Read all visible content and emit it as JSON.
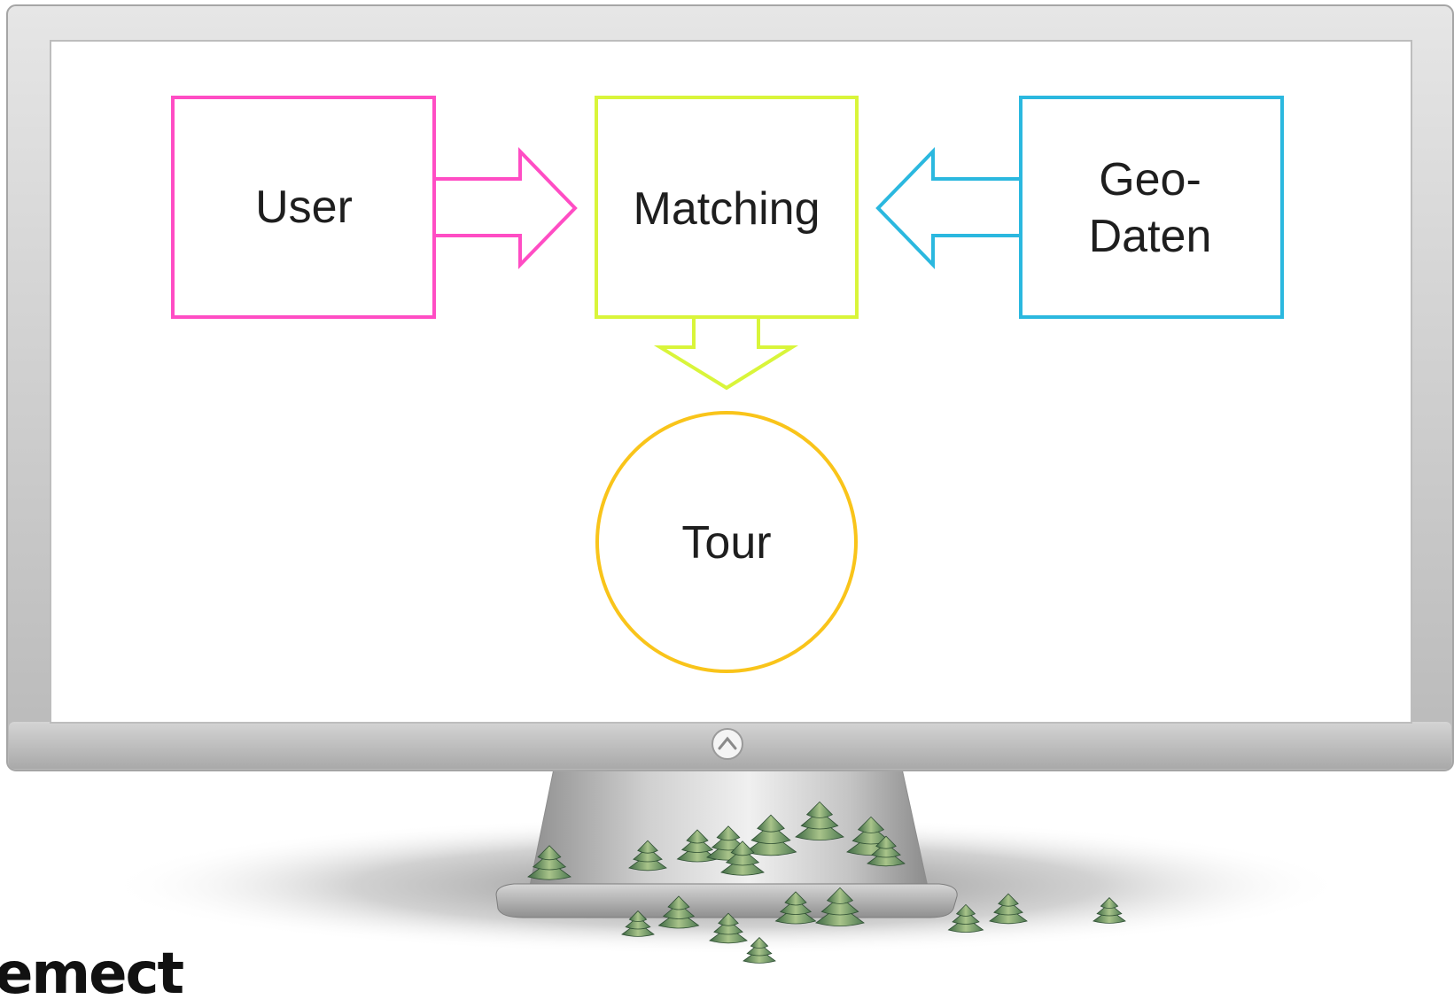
{
  "diagram": {
    "nodes": [
      {
        "id": "user",
        "shape": "box",
        "label_lines": [
          "User"
        ],
        "color": "#ff4dc4"
      },
      {
        "id": "matching",
        "shape": "box",
        "label_lines": [
          "Matching"
        ],
        "color": "#d9f53a"
      },
      {
        "id": "geo",
        "shape": "box",
        "label_lines": [
          "Geo-",
          "Daten"
        ],
        "color": "#2bb8df"
      },
      {
        "id": "tour",
        "shape": "circle",
        "label_lines": [
          "Tour"
        ],
        "color": "#f9c41a"
      }
    ],
    "edges": [
      {
        "from": "user",
        "to": "matching"
      },
      {
        "from": "geo",
        "to": "matching"
      },
      {
        "from": "matching",
        "to": "tour"
      }
    ]
  },
  "monitor": {
    "bezel_color": "#c9c9c9",
    "screen_color": "#ffffff",
    "power_icon": "power-button-icon"
  },
  "logo": {
    "text": "emect"
  }
}
